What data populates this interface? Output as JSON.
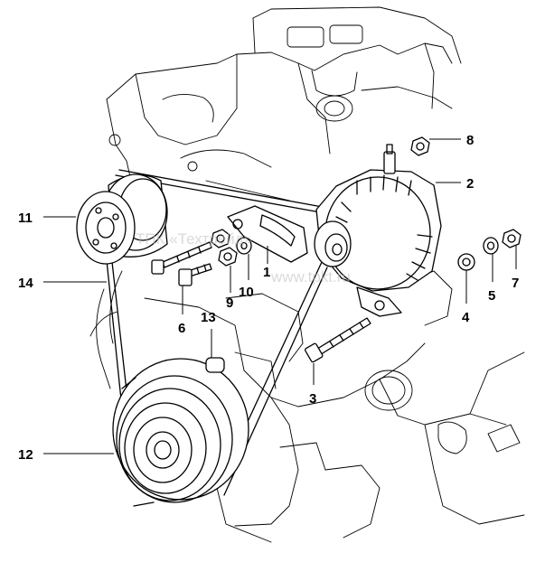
{
  "watermark": {
    "line1": "ТПК «Техтрейд»",
    "line2": "www.tpkt.ru"
  },
  "callouts": {
    "c1": "1",
    "c2": "2",
    "c3": "3",
    "c4": "4",
    "c5": "5",
    "c6": "6",
    "c7": "7",
    "c8": "8",
    "c9": "9",
    "c10": "10",
    "c11": "11",
    "c12": "12",
    "c13": "13",
    "c14": "14"
  }
}
